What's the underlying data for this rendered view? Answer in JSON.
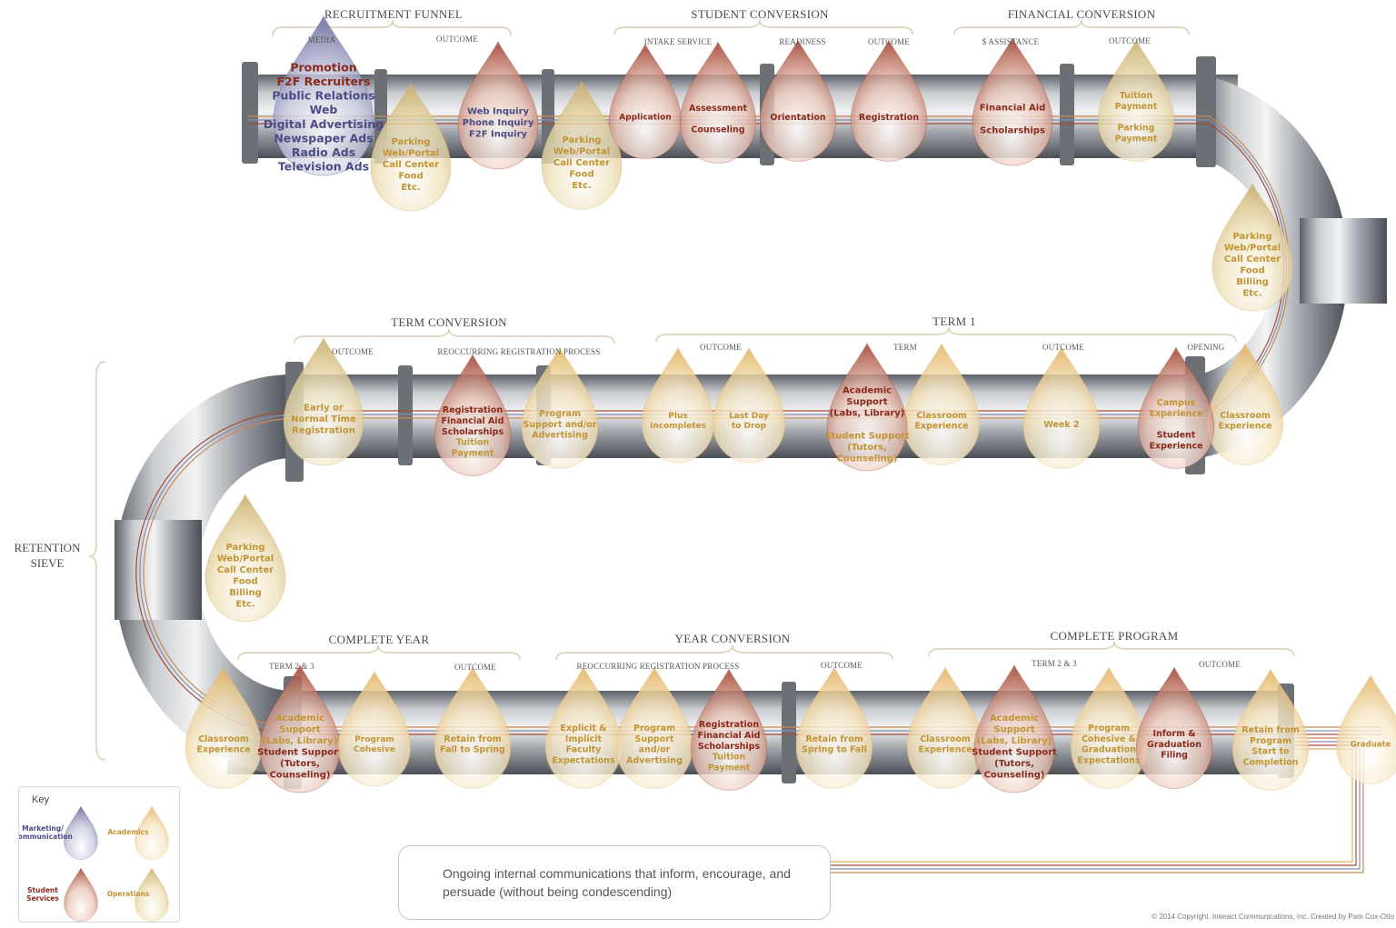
{
  "colors": {
    "marketing": "#6e6fa0",
    "academics": "#e3b86a",
    "student_services": "#a54b3a",
    "operations": "#d4b26c",
    "pipe": "#a8acb2",
    "section_bracket": "#d9cfae"
  },
  "sections": {
    "recruitment_funnel": "RECRUITMENT FUNNEL",
    "student_conversion": "STUDENT CONVERSION",
    "financial_conversion": "FINANCIAL CONVERSION",
    "term_conversion": "TERM CONVERSION",
    "term1": "TERM 1",
    "complete_year": "COMPLETE YEAR",
    "year_conversion": "YEAR CONVERSION",
    "complete_program": "COMPLETE PROGRAM",
    "retention_sieve": "RETENTION SIEVE"
  },
  "sublabels": {
    "media": "MEDIA",
    "outcome_rf": "OUTCOME",
    "intake_service": "INTAKE SERVICE",
    "readiness": "READINESS",
    "outcome_sc": "OUTCOME",
    "s_assistance": "$ ASSISTANCE",
    "outcome_fc": "OUTCOME",
    "outcome_tc": "OUTCOME",
    "reoccurring_tc": "REOCCURRING REGISTRATION PROCESS",
    "outcome_t1a": "OUTCOME",
    "term_t1": "TERM",
    "outcome_t1b": "OUTCOME",
    "opening": "OPENING",
    "term23_cy": "TERM 2 & 3",
    "outcome_cy": "OUTCOME",
    "reoccurring_yc": "REOCCURRING REGISTRATION PROCESS",
    "outcome_yc": "OUTCOME",
    "term23_cp": "TERM 2 & 3",
    "outcome_cp": "OUTCOME"
  },
  "drops": [
    {
      "id": "media",
      "type": "marketing",
      "lines": [
        {
          "t": "Promotion",
          "c": "sv"
        },
        {
          "t": "F2F Recruiters",
          "c": "sv"
        },
        {
          "t": "Public Relations",
          "c": "mk"
        },
        {
          "t": "Web",
          "c": "mk"
        },
        {
          "t": "Digital Advertising",
          "c": "mk"
        },
        {
          "t": "Newspaper Ads",
          "c": "mk"
        },
        {
          "t": "Radio Ads",
          "c": "mk"
        },
        {
          "t": "Television Ads",
          "c": "mk"
        }
      ]
    },
    {
      "id": "ops1",
      "type": "operations",
      "lines": [
        {
          "t": "Parking",
          "c": "op"
        },
        {
          "t": "Web/Portal",
          "c": "op"
        },
        {
          "t": "Call Center",
          "c": "op"
        },
        {
          "t": "Food",
          "c": "op"
        },
        {
          "t": "Etc.",
          "c": "op"
        }
      ]
    },
    {
      "id": "inquiry",
      "type": "student_services",
      "lines": [
        {
          "t": "Web Inquiry",
          "c": "mk"
        },
        {
          "t": "Phone Inquiry",
          "c": "mk"
        },
        {
          "t": "F2F Inquiry",
          "c": "mk"
        }
      ]
    },
    {
      "id": "ops2",
      "type": "operations",
      "lines": [
        {
          "t": "Parking",
          "c": "op"
        },
        {
          "t": "Web/Portal",
          "c": "op"
        },
        {
          "t": "Call Center",
          "c": "op"
        },
        {
          "t": "Food",
          "c": "op"
        },
        {
          "t": "Etc.",
          "c": "op"
        }
      ]
    },
    {
      "id": "application",
      "type": "student_services",
      "lines": [
        {
          "t": "Application",
          "c": "sv"
        }
      ]
    },
    {
      "id": "assessment",
      "type": "student_services",
      "lines": [
        {
          "t": "Assessment",
          "c": "sv"
        },
        {
          "t": "",
          "c": "sv"
        },
        {
          "t": "Counseling",
          "c": "sv"
        }
      ]
    },
    {
      "id": "orientation",
      "type": "student_services",
      "lines": [
        {
          "t": "Orientation",
          "c": "sv"
        }
      ]
    },
    {
      "id": "registration1",
      "type": "student_services",
      "lines": [
        {
          "t": "Registration",
          "c": "sv"
        }
      ]
    },
    {
      "id": "finaid",
      "type": "student_services",
      "lines": [
        {
          "t": "Financial Aid",
          "c": "sv"
        },
        {
          "t": "",
          "c": "sv"
        },
        {
          "t": "Scholarships",
          "c": "sv"
        }
      ]
    },
    {
      "id": "tuition",
      "type": "operations",
      "lines": [
        {
          "t": "Tuition",
          "c": "op"
        },
        {
          "t": "Payment",
          "c": "op"
        },
        {
          "t": "",
          "c": "op"
        },
        {
          "t": "Parking",
          "c": "op"
        },
        {
          "t": "Payment",
          "c": "op"
        }
      ]
    },
    {
      "id": "ops3",
      "type": "operations",
      "lines": [
        {
          "t": "Parking",
          "c": "op"
        },
        {
          "t": "Web/Portal",
          "c": "op"
        },
        {
          "t": "Call Center",
          "c": "op"
        },
        {
          "t": "Food",
          "c": "op"
        },
        {
          "t": "Billing",
          "c": "op"
        },
        {
          "t": "Etc.",
          "c": "op"
        }
      ]
    },
    {
      "id": "classroom_open",
      "type": "academics",
      "lines": [
        {
          "t": "Classroom",
          "c": "op"
        },
        {
          "t": "Experience",
          "c": "op"
        }
      ]
    },
    {
      "id": "campus",
      "type": "student_services",
      "lines": [
        {
          "t": "Campus",
          "c": "op"
        },
        {
          "t": "Experience",
          "c": "op"
        },
        {
          "t": "",
          "c": "op"
        },
        {
          "t": "Student",
          "c": "sv"
        },
        {
          "t": "Experience",
          "c": "sv"
        }
      ]
    },
    {
      "id": "week2",
      "type": "academics",
      "lines": [
        {
          "t": "Week 2",
          "c": "op"
        }
      ]
    },
    {
      "id": "classroom_t1",
      "type": "academics",
      "lines": [
        {
          "t": "Classroom",
          "c": "op"
        },
        {
          "t": "Experience",
          "c": "op"
        }
      ]
    },
    {
      "id": "academic_t1",
      "type": "student_services",
      "lines": [
        {
          "t": "Academic",
          "c": "sv"
        },
        {
          "t": "Support",
          "c": "sv"
        },
        {
          "t": "(Labs, Library)",
          "c": "sv"
        },
        {
          "t": "",
          "c": "sv"
        },
        {
          "t": "Student Support",
          "c": "op"
        },
        {
          "t": "(Tutors,",
          "c": "op"
        },
        {
          "t": "Counseling)",
          "c": "op"
        }
      ]
    },
    {
      "id": "lastday",
      "type": "academics",
      "lines": [
        {
          "t": "Last Day",
          "c": "op"
        },
        {
          "t": "to Drop",
          "c": "op"
        }
      ]
    },
    {
      "id": "plus",
      "type": "academics",
      "lines": [
        {
          "t": "Plus",
          "c": "op"
        },
        {
          "t": "Incompletes",
          "c": "op"
        }
      ]
    },
    {
      "id": "program_support_tc",
      "type": "academics",
      "lines": [
        {
          "t": "Program",
          "c": "op"
        },
        {
          "t": "Support and/or",
          "c": "op"
        },
        {
          "t": "Advertising",
          "c": "op"
        }
      ]
    },
    {
      "id": "registration_tc",
      "type": "student_services",
      "lines": [
        {
          "t": "Registration",
          "c": "sv"
        },
        {
          "t": "Financial Aid",
          "c": "sv"
        },
        {
          "t": "Scholarships",
          "c": "sv"
        },
        {
          "t": "Tuition",
          "c": "op"
        },
        {
          "t": "Payment",
          "c": "op"
        }
      ]
    },
    {
      "id": "early",
      "type": "operations",
      "lines": [
        {
          "t": "Early or",
          "c": "op"
        },
        {
          "t": "Normal Time",
          "c": "op"
        },
        {
          "t": "Registration",
          "c": "op"
        }
      ]
    },
    {
      "id": "ops4",
      "type": "operations",
      "lines": [
        {
          "t": "Parking",
          "c": "op"
        },
        {
          "t": "Web/Portal",
          "c": "op"
        },
        {
          "t": "Call Center",
          "c": "op"
        },
        {
          "t": "Food",
          "c": "op"
        },
        {
          "t": "Billing",
          "c": "op"
        },
        {
          "t": "Etc.",
          "c": "op"
        }
      ]
    },
    {
      "id": "classroom_cy",
      "type": "academics",
      "lines": [
        {
          "t": "Classroom",
          "c": "op"
        },
        {
          "t": "Experience",
          "c": "op"
        }
      ]
    },
    {
      "id": "academic_cy",
      "type": "student_services",
      "lines": [
        {
          "t": "Academic",
          "c": "op"
        },
        {
          "t": "Support",
          "c": "op"
        },
        {
          "t": "(Labs, Library)",
          "c": "op"
        },
        {
          "t": "Student Support",
          "c": "sv"
        },
        {
          "t": "(Tutors,",
          "c": "sv"
        },
        {
          "t": "Counseling)",
          "c": "sv"
        }
      ]
    },
    {
      "id": "cohesive_cy",
      "type": "academics",
      "lines": [
        {
          "t": "Program",
          "c": "op"
        },
        {
          "t": "Cohesive",
          "c": "op"
        }
      ]
    },
    {
      "id": "retain_fall",
      "type": "academics",
      "lines": [
        {
          "t": "Retain from",
          "c": "op"
        },
        {
          "t": "Fall to Spring",
          "c": "op"
        }
      ]
    },
    {
      "id": "explicit",
      "type": "academics",
      "lines": [
        {
          "t": "Explicit &",
          "c": "op"
        },
        {
          "t": "Implicit",
          "c": "op"
        },
        {
          "t": "Faculty",
          "c": "op"
        },
        {
          "t": "Expectations",
          "c": "op"
        }
      ]
    },
    {
      "id": "program_support_yc",
      "type": "academics",
      "lines": [
        {
          "t": "Program",
          "c": "op"
        },
        {
          "t": "Support",
          "c": "op"
        },
        {
          "t": "and/or",
          "c": "op"
        },
        {
          "t": "Advertising",
          "c": "op"
        }
      ]
    },
    {
      "id": "registration_yc",
      "type": "student_services",
      "lines": [
        {
          "t": "Registration",
          "c": "sv"
        },
        {
          "t": "Financial Aid",
          "c": "sv"
        },
        {
          "t": "Scholarships",
          "c": "sv"
        },
        {
          "t": "Tuition",
          "c": "op"
        },
        {
          "t": "Payment",
          "c": "op"
        }
      ]
    },
    {
      "id": "retain_spring",
      "type": "academics",
      "lines": [
        {
          "t": "Retain from",
          "c": "op"
        },
        {
          "t": "Spring to Fall",
          "c": "op"
        }
      ]
    },
    {
      "id": "classroom_cp",
      "type": "academics",
      "lines": [
        {
          "t": "Classroom",
          "c": "op"
        },
        {
          "t": "Experience",
          "c": "op"
        }
      ]
    },
    {
      "id": "academic_cp",
      "type": "student_services",
      "lines": [
        {
          "t": "Academic",
          "c": "op"
        },
        {
          "t": "Support",
          "c": "op"
        },
        {
          "t": "(Labs, Library)",
          "c": "op"
        },
        {
          "t": "Student Support",
          "c": "sv"
        },
        {
          "t": "(Tutors,",
          "c": "sv"
        },
        {
          "t": "Counseling)",
          "c": "sv"
        }
      ]
    },
    {
      "id": "cohesive_cp",
      "type": "academics",
      "lines": [
        {
          "t": "Program",
          "c": "op"
        },
        {
          "t": "Cohesive &",
          "c": "op"
        },
        {
          "t": "Graduation",
          "c": "op"
        },
        {
          "t": "Expectations",
          "c": "op"
        }
      ]
    },
    {
      "id": "inform",
      "type": "student_services",
      "lines": [
        {
          "t": "Inform &",
          "c": "sv"
        },
        {
          "t": "Graduation",
          "c": "sv"
        },
        {
          "t": "Filing",
          "c": "sv"
        }
      ]
    },
    {
      "id": "retain_program",
      "type": "academics",
      "lines": [
        {
          "t": "Retain from",
          "c": "op"
        },
        {
          "t": "Program",
          "c": "op"
        },
        {
          "t": "Start to",
          "c": "op"
        },
        {
          "t": "Completion",
          "c": "op"
        }
      ]
    },
    {
      "id": "graduate",
      "type": "academics",
      "lines": [
        {
          "t": "Graduate",
          "c": "op"
        }
      ]
    }
  ],
  "key": {
    "title": "Key",
    "marketing": "Marketing/ Communication",
    "academics": "Academics",
    "student_services": "Student Services",
    "operations": "Operations"
  },
  "note": "Ongoing internal communications that inform, encourage, and persuade (without being condescending)",
  "copyright": "© 2014 Copyright. Interact Communications, Inc. Created by Pam Cox-Otto"
}
